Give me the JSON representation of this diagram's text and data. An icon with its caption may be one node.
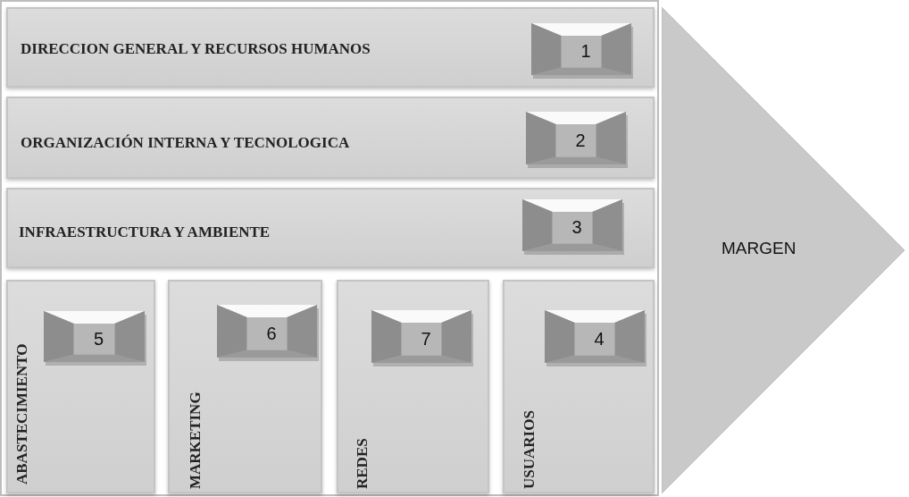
{
  "diagram": {
    "nodes": [
      {
        "text": [
          "DIRECCION GENERAL Y RECURSOS HUMANOS"
        ]
      },
      {
        "text": [
          "1"
        ],
        "in": 0
      },
      {
        "text": [
          "ORGANIZACIÓN INTERNA Y TECNOLOGICA"
        ]
      },
      {
        "text": [
          "2"
        ],
        "in": 2
      },
      {
        "text": [
          "INFRAESTRUCTURA Y AMBIENTE"
        ]
      },
      {
        "text": [
          "3"
        ],
        "in": 4
      },
      {
        "text": [
          "ABASTECIMIENTO"
        ]
      },
      {
        "text": [
          "5"
        ],
        "in": 6
      },
      {
        "text": [
          "MARKETING"
        ]
      },
      {
        "text": [
          "6"
        ],
        "in": 8
      },
      {
        "text": [
          "REDES"
        ]
      },
      {
        "text": [
          "7"
        ],
        "in": 10
      },
      {
        "text": [
          "USUARIOS"
        ]
      },
      {
        "text": [
          "4"
        ],
        "in": 12
      },
      {
        "text": [
          "MARGEN"
        ]
      }
    ]
  }
}
